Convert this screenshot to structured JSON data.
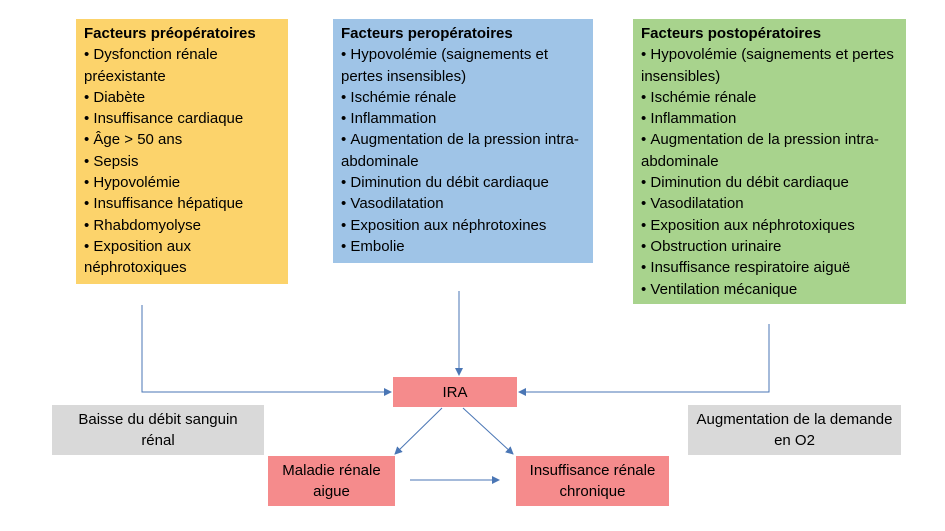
{
  "preop": {
    "title": "Facteurs préopératoires",
    "items": [
      "Dysfonction rénale préexistante",
      "Diabète",
      "Insuffisance cardiaque",
      "Âge > 50 ans",
      "Sepsis",
      "Hypovolémie",
      "Insuffisance hépatique",
      "Rhabdomyolyse",
      "Exposition aux néphrotoxiques"
    ]
  },
  "perop": {
    "title": "Facteurs peropératoires",
    "items": [
      "Hypovolémie (saignements et pertes insensibles)",
      "Ischémie rénale",
      "Inflammation",
      "Augmentation de la pression intra-abdominale",
      "Diminution du débit cardiaque",
      "Vasodilatation",
      "Exposition aux néphrotoxines",
      "Embolie"
    ]
  },
  "postop": {
    "title": "Facteurs postopératoires",
    "items": [
      "Hypovolémie (saignements et pertes insensibles)",
      "Ischémie rénale",
      "Inflammation",
      "Augmentation de la pression intra-abdominale",
      "Diminution du débit cardiaque",
      "Vasodilatation",
      "Exposition aux néphrotoxiques",
      "Obstruction urinaire",
      "Insuffisance respiratoire aiguë",
      "Ventilation mécanique"
    ]
  },
  "grey_left": "Baisse du débit sanguin rénal",
  "grey_right": "Augmentation de la demande en O2",
  "ira": "IRA",
  "mra": "Maladie rénale aigue",
  "irc": "Insuffisance rénale chronique",
  "colors": {
    "preop": "#fcd36b",
    "perop": "#9fc4e7",
    "postop": "#a8d38d",
    "grey": "#d9d9d9",
    "pink": "#f58b8c",
    "arrow": "#4a76b5"
  }
}
